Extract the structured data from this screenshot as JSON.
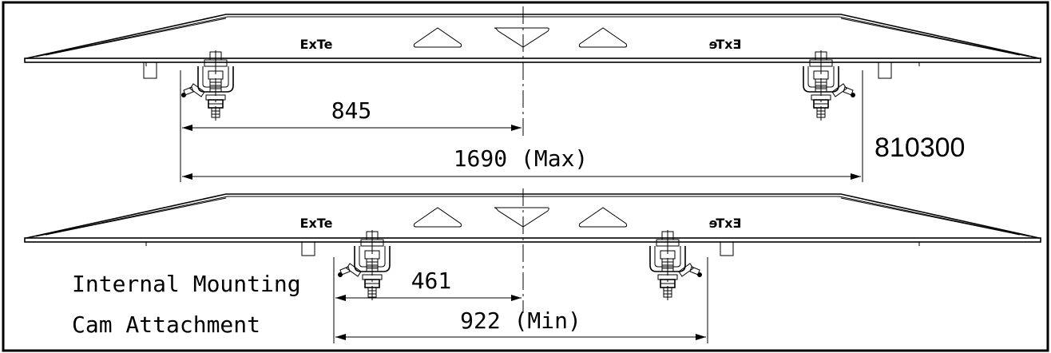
{
  "drawing": {
    "part_number": "810300",
    "logo_text": "ExTe",
    "top_view": {
      "half_dimension": "845",
      "full_dimension": "1690 (Max)"
    },
    "bottom_view": {
      "half_dimension": "461",
      "full_dimension": "922 (Min)"
    },
    "note": {
      "line1": "Internal Mounting",
      "line2": "Cam Attachment"
    }
  }
}
